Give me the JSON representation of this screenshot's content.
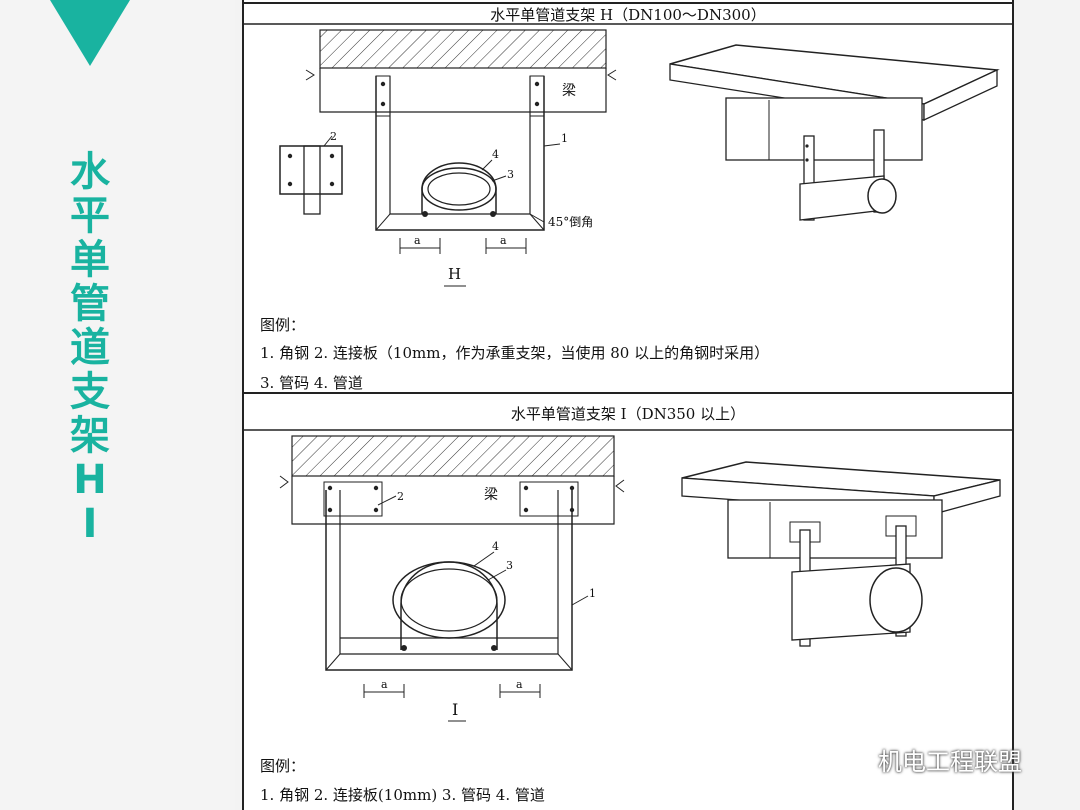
{
  "side_title_chars": [
    "水",
    "平",
    "单",
    "管",
    "道",
    "支",
    "架",
    "H",
    "I"
  ],
  "panel_h": {
    "title": "水平单管道支架 H（DN100～DN300）",
    "beam_label": "梁",
    "part_labels": {
      "p1": "1",
      "p2": "2",
      "p3": "3",
      "p4": "4"
    },
    "chamfer_label": "45°倒角",
    "dim_label": "a",
    "section_label": "H",
    "legend_heading": "图例：",
    "legend_line1": "1. 角钢    2. 连接板（10mm，作为承重支架，当使用 80 以上的角钢时采用）",
    "legend_line2": "3. 管码    4. 管道"
  },
  "panel_i": {
    "title": "水平单管道支架 I（DN350 以上）",
    "beam_label": "梁",
    "part_labels": {
      "p1": "1",
      "p2": "2",
      "p3": "3",
      "p4": "4"
    },
    "dim_label": "a",
    "section_label": "I",
    "legend_heading": "图例：",
    "legend_line": "1. 角钢    2. 连接板(10mm)    3. 管码    4. 管道"
  },
  "watermark": "机电工程联盟",
  "colors": {
    "accent": "#19b3a0"
  }
}
